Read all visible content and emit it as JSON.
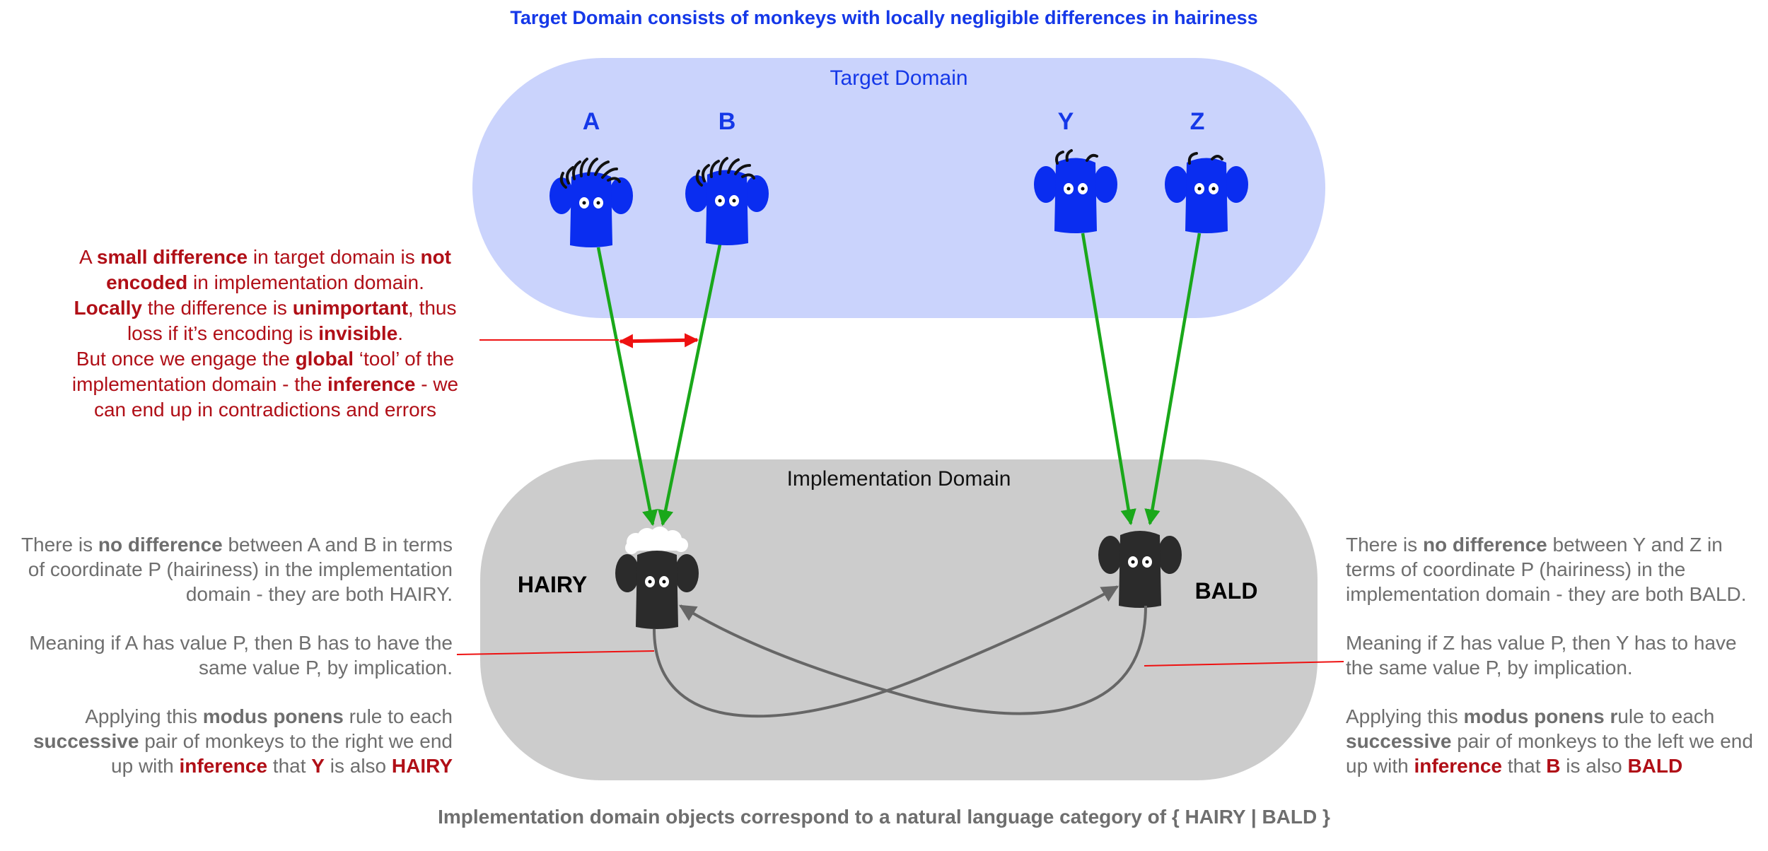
{
  "title_top": "Target Domain consists of monkeys with locally negligible differences in hairiness",
  "title_bottom": "Implementation domain objects correspond to a natural language category of { HAIRY | BALD }",
  "target_domain": {
    "label": "Target Domain",
    "monkeys": [
      "A",
      "B",
      "Y",
      "Z"
    ]
  },
  "implementation_domain": {
    "label": "Implementation Domain",
    "hairy_label": "HAIRY",
    "bald_label": "BALD"
  },
  "red_note": {
    "l1a": "A ",
    "l1b": "small difference",
    "l1c": " in target domain is ",
    "l1d": "not",
    "l2a": "encoded",
    "l2b": " in implementation domain.",
    "l3a": "Locally",
    "l3b": " the difference is ",
    "l3c": "unimportant",
    "l3d": ", thus",
    "l4a": "loss if it’s encoding is ",
    "l4b": "invisible",
    "l4c": ".",
    "l5a": "But once we engage the ",
    "l5b": "global",
    "l5c": " ‘tool’ of the",
    "l6a": "implementation domain - the ",
    "l6b": "inference",
    "l6c": " - we",
    "l7": "can end up in contradictions and errors"
  },
  "left_note": {
    "p1a": "There is ",
    "p1b": "no difference",
    "p1c": " between A and B in terms of coordinate P (hairiness) in the implementation domain - they are both HAIRY.",
    "p2": "Meaning if A has value P, then B has to have the same value P, by implication.",
    "p3a": "Applying this ",
    "p3b": "modus ponens",
    "p3c": " rule to each ",
    "p3d": "successive",
    "p3e": " pair of monkeys to the right we end up with ",
    "p3f": "inference",
    "p3g": " that ",
    "p3h": "Y",
    "p3i": " is also ",
    "p3j": "HAIRY"
  },
  "right_note": {
    "p1a": "There is ",
    "p1b": "no difference",
    "p1c": " between Y and Z in terms of coordinate P (hairiness) in the implementation domain - they are both BALD.",
    "p2": "Meaning if Z has value P, then Y has to have the same value P, by implication.",
    "p3a": "Applying this ",
    "p3b": "modus ponens r",
    "p3c": "ule to each ",
    "p3d": "successive",
    "p3e": " pair of monkeys to the left we end up with ",
    "p3f": "inference",
    "p3g": " that ",
    "p3h": "B",
    "p3i": " is also ",
    "p3j": "BALD"
  },
  "colors": {
    "target_fill": "#cad3fc",
    "impl_fill": "#cccccc",
    "monkey_blue": "#0a2df0",
    "monkey_dark": "#2b2b2b",
    "mapping_arrow": "#1aa81a",
    "difference_arrow": "#ee1111",
    "inference_arrow": "#666666",
    "title_blue": "#1538e8",
    "note_red": "#b00f17",
    "note_grey": "#6e6e6e"
  }
}
